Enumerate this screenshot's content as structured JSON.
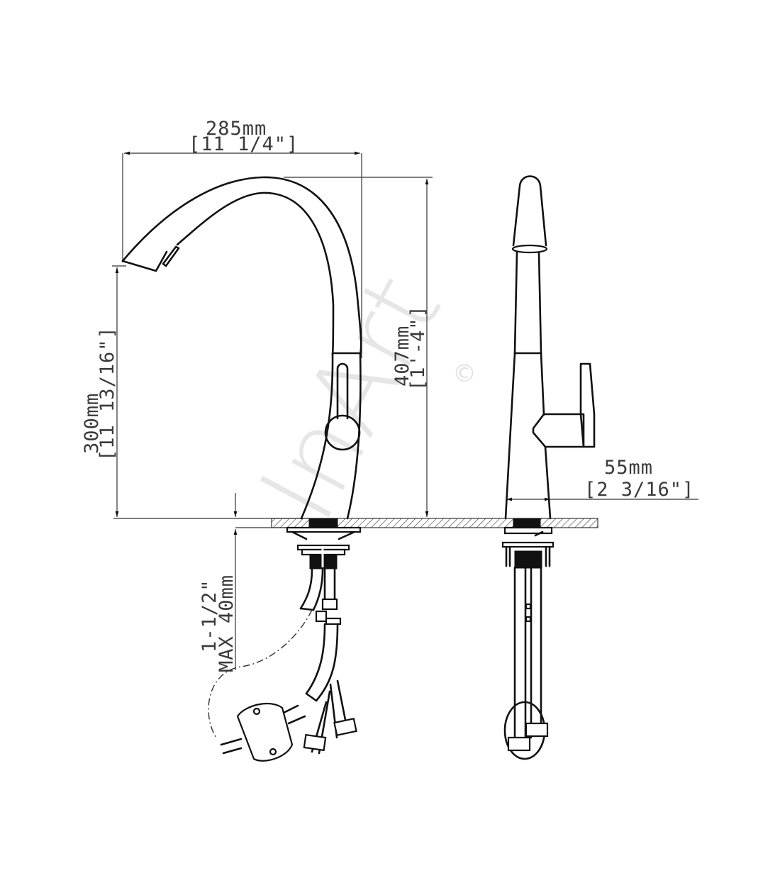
{
  "figure": {
    "subject": "Pull-down kitchen faucet — side and front elevation",
    "watermark": {
      "text": "InArt",
      "symbol": "©",
      "color": "#e6e6e6"
    },
    "colors": {
      "line": "#111111",
      "dimension": "#3a3a3a",
      "background": "#ffffff"
    }
  },
  "dimensions": {
    "reach": {
      "metric": "285mm",
      "imperial": "[11 1/4\"]"
    },
    "spout_height": {
      "metric": "300mm",
      "imperial": "[11 13/16\"]"
    },
    "overall_height": {
      "metric": "407mm",
      "imperial": "[1'-4\"]"
    },
    "base_diameter": {
      "metric": "55mm",
      "imperial": "[2 3/16\"]"
    },
    "deck_thickness": {
      "line1": "1-1/2\"",
      "line2": "MAX 40mm"
    }
  },
  "views": [
    {
      "id": "side-view",
      "label": "Side elevation with pull-down hose and weight"
    },
    {
      "id": "front-view",
      "label": "Front elevation with side lever handle"
    }
  ]
}
